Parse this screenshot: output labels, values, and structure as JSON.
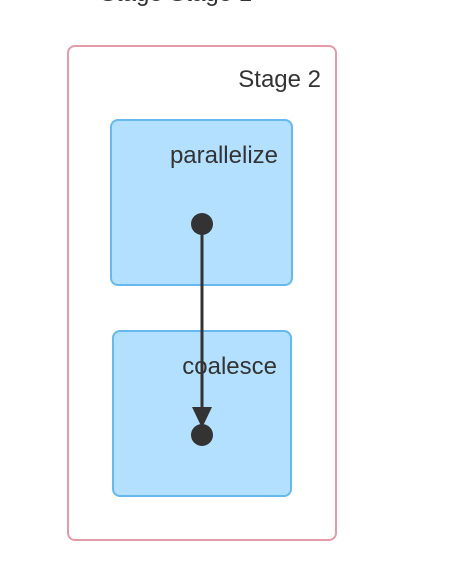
{
  "diagram": {
    "stage_label": "Stage 2",
    "nodes": [
      {
        "id": "parallelize",
        "label": "parallelize"
      },
      {
        "id": "coalesce",
        "label": "coalesce"
      }
    ],
    "edges": [
      {
        "from": "parallelize",
        "to": "coalesce"
      }
    ],
    "colors": {
      "stage_border": "#e59aa8",
      "node_fill": "#b3e0ff",
      "node_border": "#66b9ee",
      "edge": "#333333",
      "text": "#333333"
    }
  }
}
